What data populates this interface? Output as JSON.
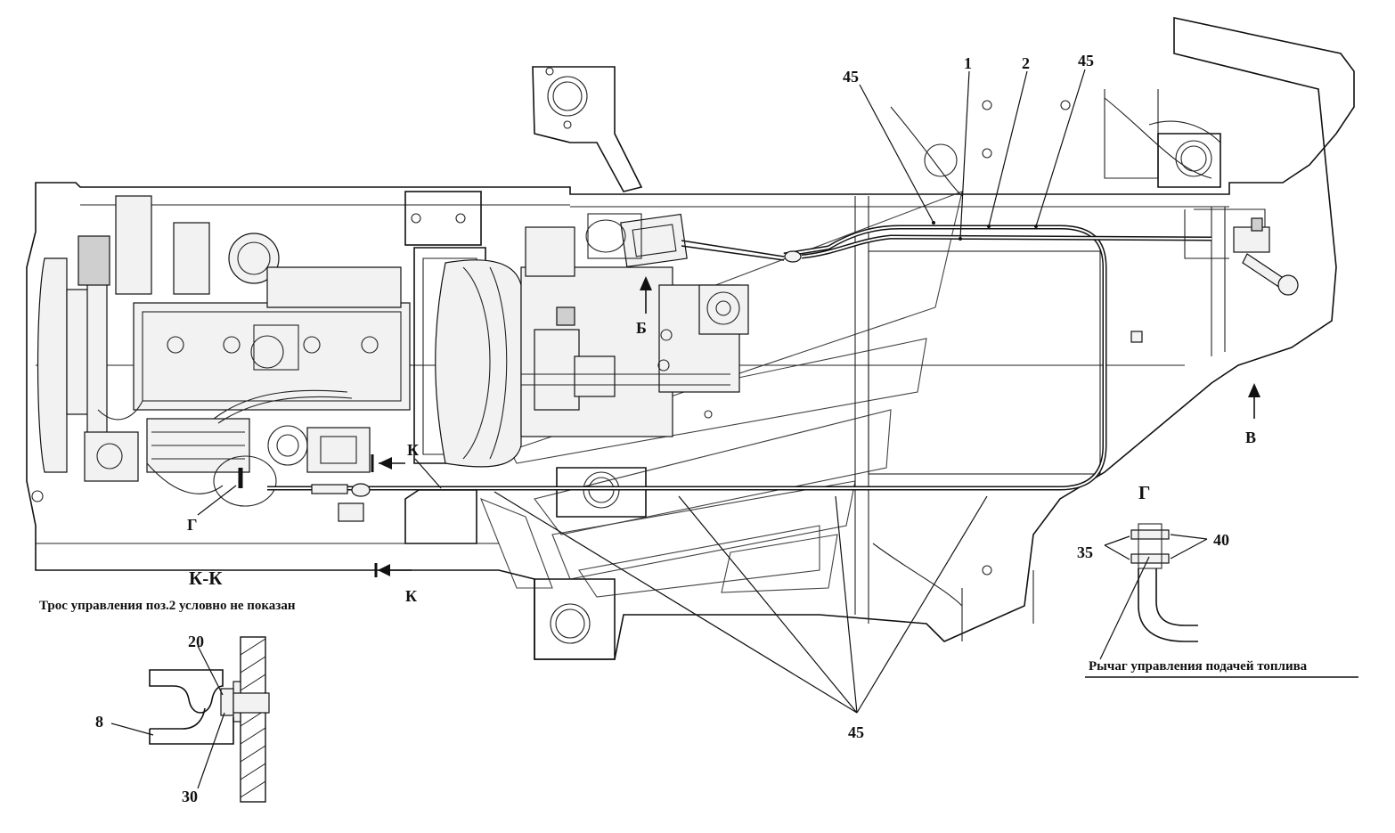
{
  "labels": {
    "pos_1": "1",
    "pos_2": "2",
    "pos_45_top_left": "45",
    "pos_45_top_right": "45",
    "pos_45_bottom": "45",
    "view_b": "Б",
    "view_v": "В",
    "view_g_marker": "Г",
    "section_k_upper": "К",
    "section_k_lower": "К"
  },
  "section_kk": {
    "title": "К-К",
    "note": "Трос управления поз.2 условно не показан",
    "pos_20": "20",
    "pos_8": "8",
    "pos_30": "30"
  },
  "view_g": {
    "title": "Г",
    "pos_35": "35",
    "pos_40": "40",
    "caption": "Рычаг управления подачей топлива"
  }
}
